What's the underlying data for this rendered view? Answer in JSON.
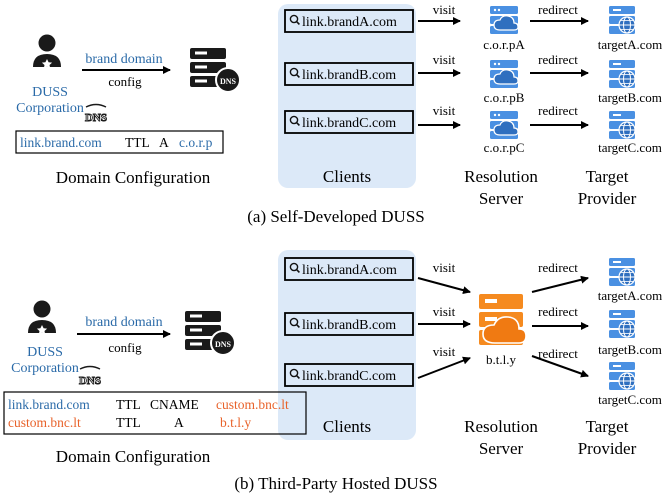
{
  "colors": {
    "blue_text": "#2a6aa8",
    "orange_text": "#e8622a",
    "client_panel": "#dce9f8",
    "server_blue": "#4a90e2",
    "server_orange": "#f58a1f"
  },
  "top": {
    "user_name_1": "DUSS",
    "user_name_2": "Corporation",
    "brand_domain": "brand domain",
    "config": "config",
    "dns_label": "DNS",
    "dns_small": "DNS",
    "record": {
      "name": "link.brand.com",
      "ttl": "TTL",
      "type": "A",
      "value": "c.o.r.p"
    },
    "domain_config": "Domain Configuration",
    "clients": [
      "link.brandA.com",
      "link.brandB.com",
      "link.brandC.com"
    ],
    "clients_label": "Clients",
    "visit": "visit",
    "redirect": "redirect",
    "servers": [
      "c.o.r.pA",
      "c.o.r.pB",
      "c.o.r.pC"
    ],
    "targets": [
      "targetA.com",
      "targetB.com",
      "targetC.com"
    ],
    "resolution_1": "Resolution",
    "resolution_2": "Server",
    "target_1": "Target",
    "target_2": "Provider",
    "caption": "(a) Self-Developed DUSS"
  },
  "bottom": {
    "user_name_1": "DUSS",
    "user_name_2": "Corporation",
    "brand_domain": "brand domain",
    "config": "config",
    "dns_label": "DNS",
    "dns_small": "DNS",
    "record1": {
      "name": "link.brand.com",
      "ttl": "TTL",
      "type": "CNAME",
      "value": "custom.bnc.lt"
    },
    "record2": {
      "name": "custom.bnc.lt",
      "ttl": "TTL",
      "type": "A",
      "value": "b.t.l.y"
    },
    "domain_config": "Domain Configuration",
    "clients": [
      "link.brandA.com",
      "link.brandB.com",
      "link.brandC.com"
    ],
    "clients_label": "Clients",
    "visit": "visit",
    "redirect": "redirect",
    "server": "b.t.l.y",
    "targets": [
      "targetA.com",
      "targetB.com",
      "targetC.com"
    ],
    "resolution_1": "Resolution",
    "resolution_2": "Server",
    "target_1": "Target",
    "target_2": "Provider",
    "caption": "(b) Third-Party Hosted DUSS"
  }
}
